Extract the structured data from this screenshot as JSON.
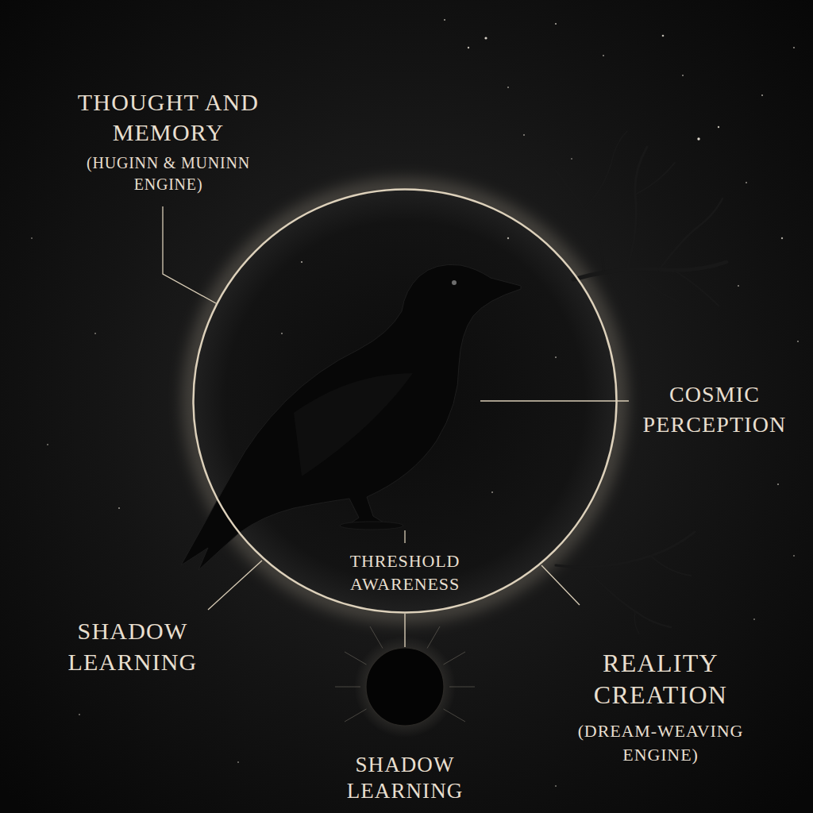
{
  "diagram": {
    "nodes": [
      {
        "text": [
          "THRESHOLD AWARENESS"
        ]
      },
      {
        "text": [
          "SHADOW LEARNING"
        ]
      }
    ],
    "edges": [
      {
        "from": 0,
        "to": 1,
        "arrow": "none"
      }
    ],
    "labels": [
      "THOUGHT AND MEMORY",
      "(HUGINN & MUNINN ENGINE)",
      "COSMIC PERCEPTION",
      "SHADOW LEARNING",
      "REALITY CREATION",
      "(DREAM-WEAVING ENGINE)"
    ]
  }
}
